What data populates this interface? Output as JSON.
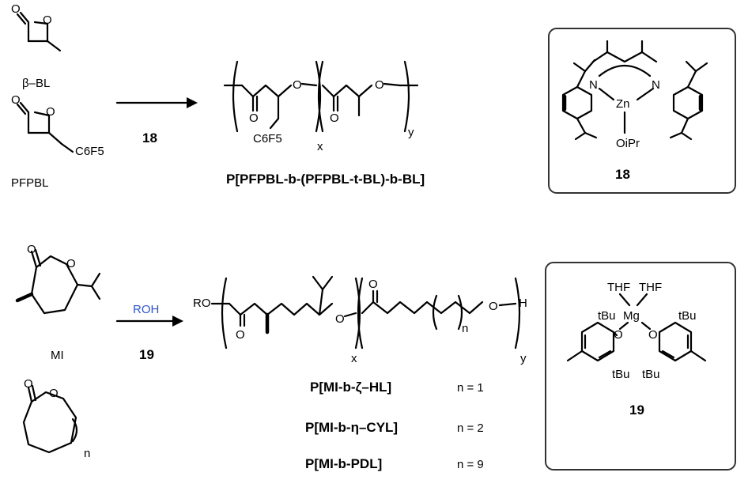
{
  "top": {
    "monomer1": "β–BL",
    "monomer2": "PFPBL",
    "c6f5_label": "C6F5",
    "catalyst": "18",
    "polymer_title": "P[PFPBL-b-(PFPBL-t-BL)-b-BL]",
    "subscript_x": "x",
    "subscript_y": "y",
    "complex": {
      "label": "18",
      "zn": "Zn",
      "n_left": "N",
      "n_right": "N",
      "alkoxide": "OiPr"
    }
  },
  "bottom": {
    "monomer": "MI",
    "initiator": "ROH",
    "catalyst": "19",
    "ro_label": "RO",
    "end_h": "H",
    "subscript_x": "x",
    "subscript_y": "y",
    "subscript_n": "n",
    "polymers": [
      {
        "name": "P[MI-b-ζ–HL]",
        "n": "n = 1"
      },
      {
        "name": "P[MI-b-η–CYL]",
        "n": "n = 2"
      },
      {
        "name": "P[MI-b-PDL]",
        "n": "n = 9"
      }
    ],
    "lactone_n": "n",
    "complex": {
      "label": "19",
      "thf1": "THF",
      "thf2": "THF",
      "mg": "Mg",
      "tbu": "tBu"
    }
  }
}
